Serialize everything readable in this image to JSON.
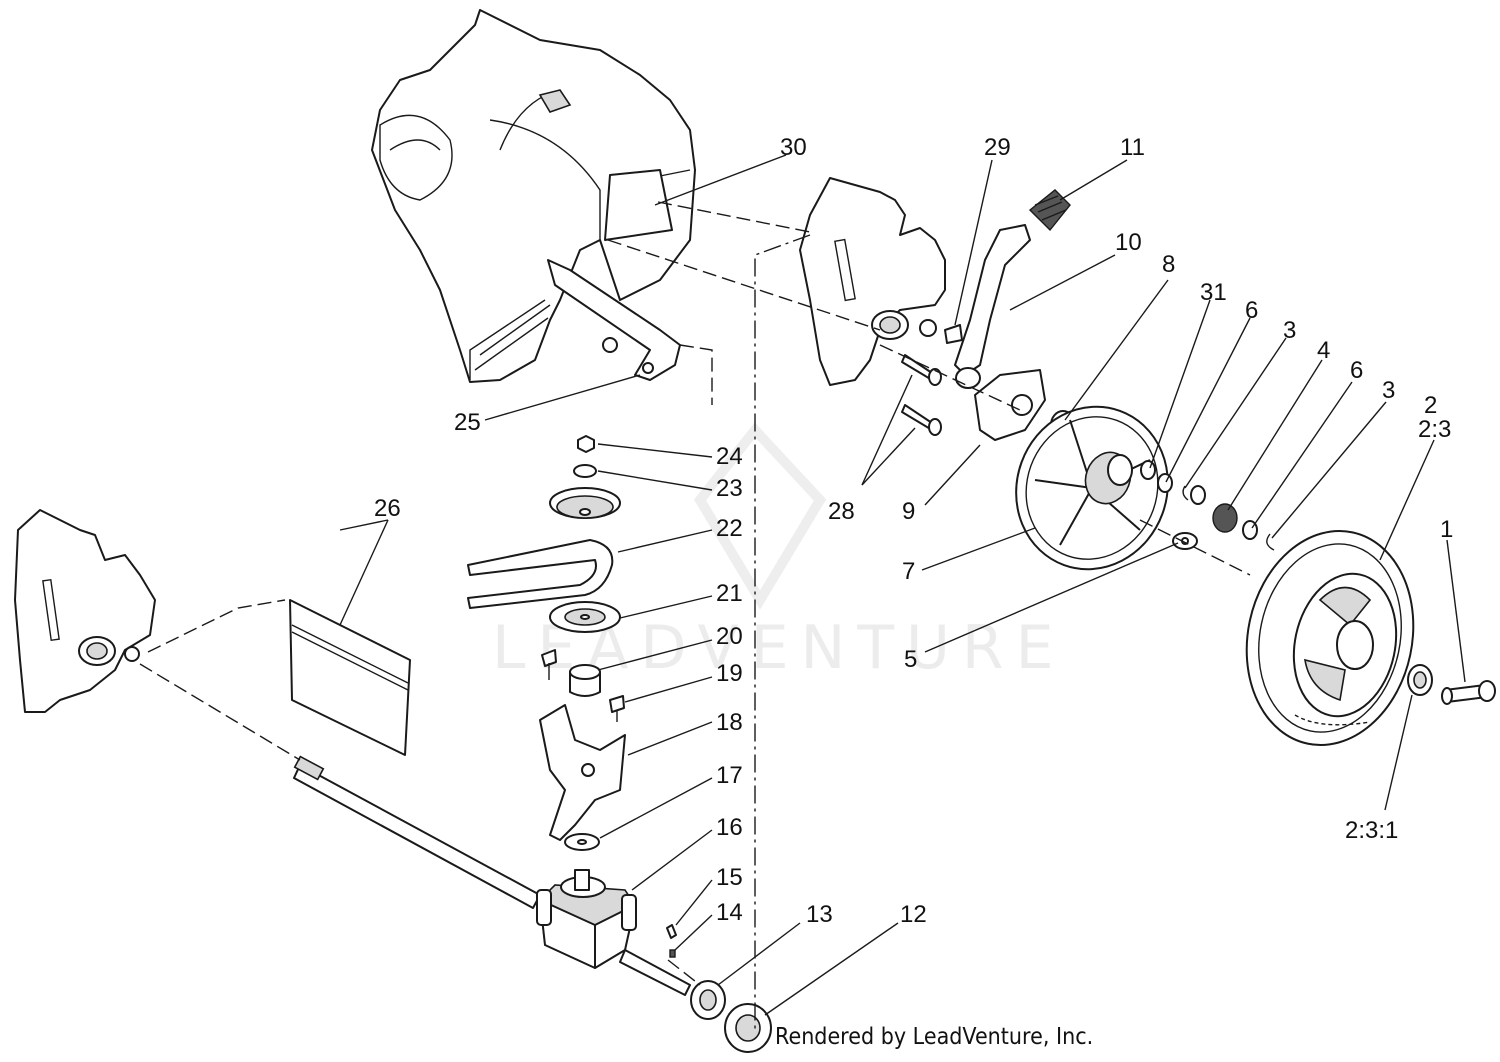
{
  "watermark": "LEADVENTURE",
  "credit": "Rendered by LeadVenture, Inc.",
  "callouts": {
    "c1": "1",
    "c2": "2",
    "c2_3": "2:3",
    "c2_3_1": "2:3:1",
    "c3a": "3",
    "c3b": "3",
    "c4": "4",
    "c5": "5",
    "c6a": "6",
    "c6b": "6",
    "c7": "7",
    "c8": "8",
    "c9": "9",
    "c10": "10",
    "c11": "11",
    "c12": "12",
    "c13": "13",
    "c14": "14",
    "c15": "15",
    "c16": "16",
    "c17": "17",
    "c18": "18",
    "c19": "19",
    "c20": "20",
    "c21": "21",
    "c22": "22",
    "c23": "23",
    "c24": "24",
    "c25": "25",
    "c26": "26",
    "c28": "28",
    "c29": "29",
    "c30": "30",
    "c31": "31"
  }
}
